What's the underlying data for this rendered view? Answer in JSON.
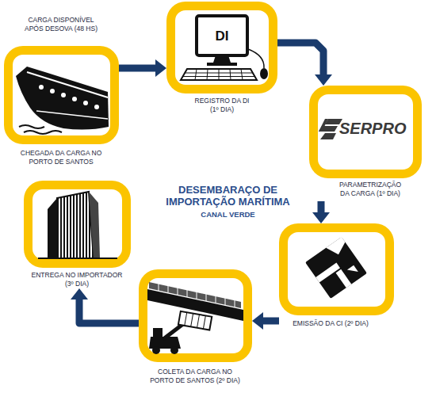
{
  "diagram": {
    "title": "DESEMBARAÇO DE IMPORTAÇÃO MARÍTIMA",
    "nodes": [
      {
        "text": [
          "CARGA DISPONÍVEL APÓS DESOVA (48 HS)",
          "CHEGADA DA CARGA NO PORTO DE SANTOS"
        ]
      },
      {
        "text": [
          "DI",
          "REGISTRO DA DI (1º DIA)"
        ]
      },
      {
        "text": [
          "SERPRO",
          "PARAMETRIZAÇÃO DA CARGA (1º DIA)"
        ]
      },
      {
        "text": [
          "EMISSÃO DA CI (2º DIA)"
        ]
      },
      {
        "text": [
          "COLETA DA CARGA NO PORTO DE SANTOS (2º DIA)"
        ]
      },
      {
        "text": [
          "ENTREGA NO IMPORTADOR (3º DIA)"
        ]
      }
    ],
    "edges": [
      {
        "from": 0,
        "to": 1,
        "arrow": "to"
      },
      {
        "from": 1,
        "to": 2,
        "arrow": "to"
      },
      {
        "from": 2,
        "to": 3,
        "arrow": "to"
      },
      {
        "from": 3,
        "to": 4,
        "arrow": "to"
      },
      {
        "from": 4,
        "to": 5,
        "arrow": "to"
      }
    ],
    "labels": [
      "CANAL VERDE"
    ]
  }
}
